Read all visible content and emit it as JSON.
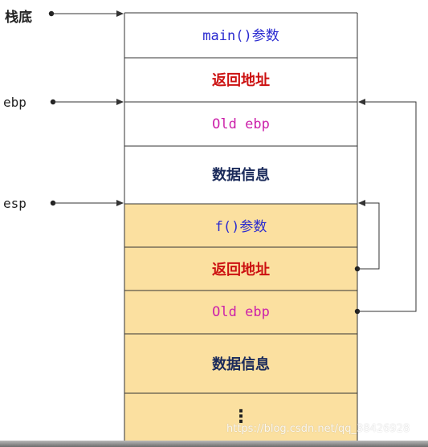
{
  "stack_bottom_label": "栈底",
  "ebp_label": "ebp",
  "esp_label": "esp",
  "main_frame": {
    "params": "main()参数",
    "return_address": "返回地址",
    "old_ebp": "Old ebp",
    "local_data": "数据信息"
  },
  "f_frame": {
    "params": "f()参数",
    "return_address": "返回地址",
    "old_ebp": "Old ebp",
    "local_data": "数据信息",
    "continuation": "⋮"
  },
  "watermark": "https://blog.csdn.net/qq_38426928",
  "colors": {
    "param_text": "#2a2ad0",
    "return_text": "#cc1111",
    "old_ebp_text": "#cc22aa",
    "data_text": "#1a2a5a",
    "upper_fill": "#ffffff",
    "lower_fill": "#fbe0a0",
    "line": "#333333",
    "label_text": "#222222"
  }
}
